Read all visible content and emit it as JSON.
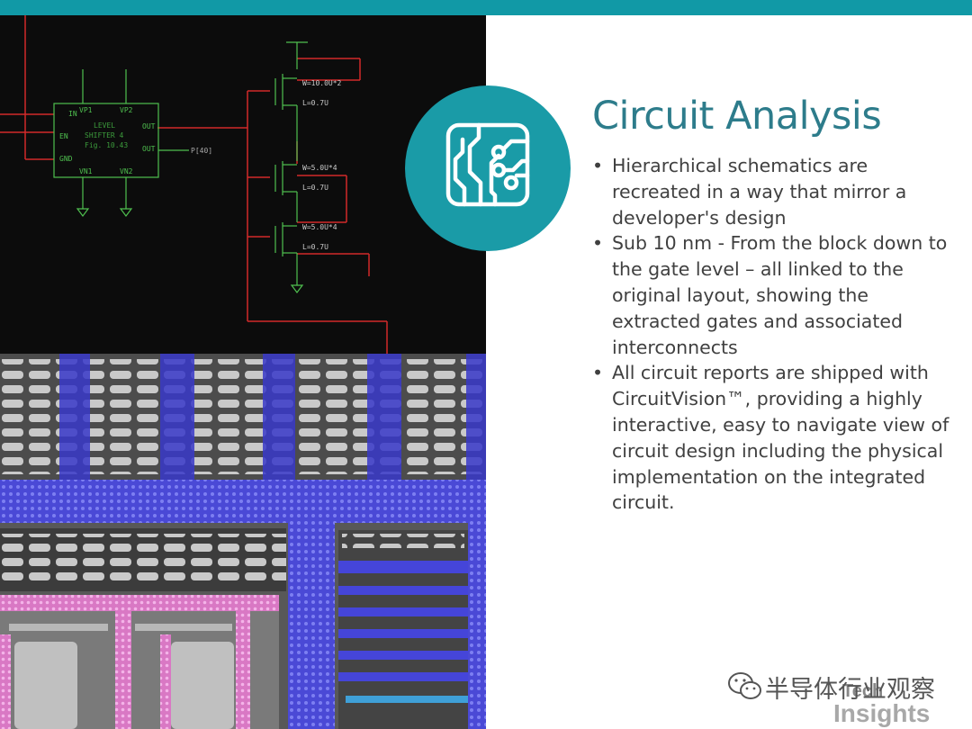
{
  "slide": {
    "title": "Circuit Analysis",
    "bullets": [
      "Hierarchical schematics are recreated in a way that mirror a developer's design",
      "Sub 10 nm - From the block down to the gate level – all linked to the original layout, showing the extracted gates and associated interconnects",
      "All circuit reports are shipped with CircuitVision™, providing a highly interactive, easy to navigate view of circuit design including the physical implementation on the integrated circuit."
    ],
    "bullet_glyph": "•"
  },
  "schematic": {
    "block_line1": "LEVEL",
    "block_line2": "SHIFTER 4",
    "block_line3": "Fig. 10.43",
    "pins": [
      "IN",
      "EN",
      "GND",
      "VP1",
      "VP2",
      "OUT",
      "OUT",
      "VN1",
      "VN2"
    ],
    "output_label": "P[40]",
    "transistors": [
      {
        "w": "W=10.0U*2",
        "l": "L=0.7U"
      },
      {
        "w": "W=5.0U*4",
        "l": "L=0.7U"
      },
      {
        "w": "W=5.0U*4",
        "l": "L=0.7U"
      }
    ]
  },
  "watermark": {
    "channel": "半导体行业观察",
    "brand_top": "Tech",
    "brand_bottom": "Insights"
  },
  "colors": {
    "accent": "#1199a6",
    "badge": "#1a9ba7",
    "title": "#2d7c8b",
    "wire": "#d22a2a",
    "schematic_line": "#4fc04f"
  },
  "icons": [
    "circuit-board-icon",
    "wechat-icon"
  ]
}
